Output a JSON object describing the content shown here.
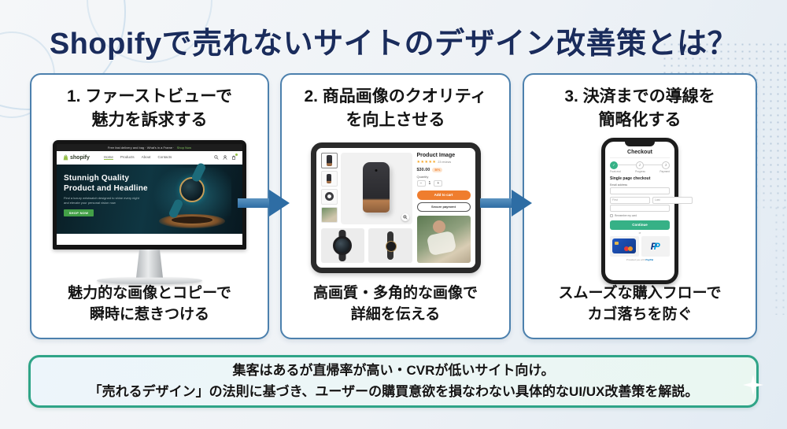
{
  "title": "Shopifyで売れないサイトのデザイン改善策とは？",
  "cards": [
    {
      "heading": [
        "1. ファーストビューで",
        "魅力を訴求する"
      ],
      "caption": [
        "魅力的な画像とコピーで",
        "瞬時に惹きつける"
      ]
    },
    {
      "heading": [
        "2. 商品画像のクオリティ",
        "を向上させる"
      ],
      "caption": [
        "高画質・多角的な画像で",
        "詳細を伝える"
      ]
    },
    {
      "heading": [
        "3. 決済までの導線を",
        "簡略化する"
      ],
      "caption": [
        "スムーズな購入フローで",
        "カゴ落ちを防ぐ"
      ]
    }
  ],
  "monitor": {
    "announcement": "Free fast delivery and bag · What's in a Frame ·",
    "announcement_link": "Shop Now",
    "logo_text": "shopify",
    "nav": {
      "home": "Home",
      "products": "Products",
      "about": "About",
      "contacts": "Contacts"
    },
    "hero_title": [
      "Stunnigh Quality",
      "Product and Headline"
    ],
    "hero_sub": [
      "Find a luxury wristwatch designed to shine every night",
      "and elevate your personal vision now"
    ],
    "cta_label": "SHOP NOW"
  },
  "tablet": {
    "product_title": "Product Image",
    "stars": "★★★★★",
    "reviews": "23 reviews",
    "price": "$30.00",
    "discount_badge": "50%",
    "quantity_label": "Quantity",
    "qty_minus": "−",
    "qty_value": "1",
    "qty_plus": "+",
    "add_to_cart_label": "Add to cart",
    "secure_payment_label": "Secure payment"
  },
  "phone": {
    "title": "Checkout",
    "steps": [
      {
        "mark": "✓",
        "label": "Front end"
      },
      {
        "mark": "2",
        "label": "Progress"
      },
      {
        "mark": "3",
        "label": "Payment"
      }
    ],
    "subtitle": "Single page checkout",
    "email_label": "Email address",
    "first_placeholder": "First",
    "last_placeholder": "Last",
    "remember_label": "Remember my card",
    "continue_label": "Continue",
    "or_label": "or",
    "paypal_note_prefix": "Provided you with",
    "paypal_word": "PayPal"
  },
  "banner": {
    "line1": "集客はあるが直帰率が高い・CVRが低いサイト向け。",
    "line2": "「売れるデザイン」の法則に基づき、ユーザーの購買意欲を損なわない具体的なUI/UX改善策を解説。"
  },
  "icons": {
    "paypal_p": "P",
    "search_icon": "magnifier-shape",
    "user_icon": "person-shape",
    "cart_icon": "bag-shape",
    "zoom_icon": "magnifier-shape",
    "check_icon": "✓",
    "star": "★",
    "sparkle": "four-point-star-shape"
  },
  "colors": {
    "title_navy": "#1a2c5c",
    "card_border": "#4c80ad",
    "arrow_blue": "#2e6da4",
    "banner_border": "#2fa487",
    "shopify_green": "#95bf47",
    "hero_cta_green": "#43a047",
    "accent_orange": "#ef7d2e",
    "continue_green": "#36b186",
    "paypal_blue": "#0070ba"
  }
}
